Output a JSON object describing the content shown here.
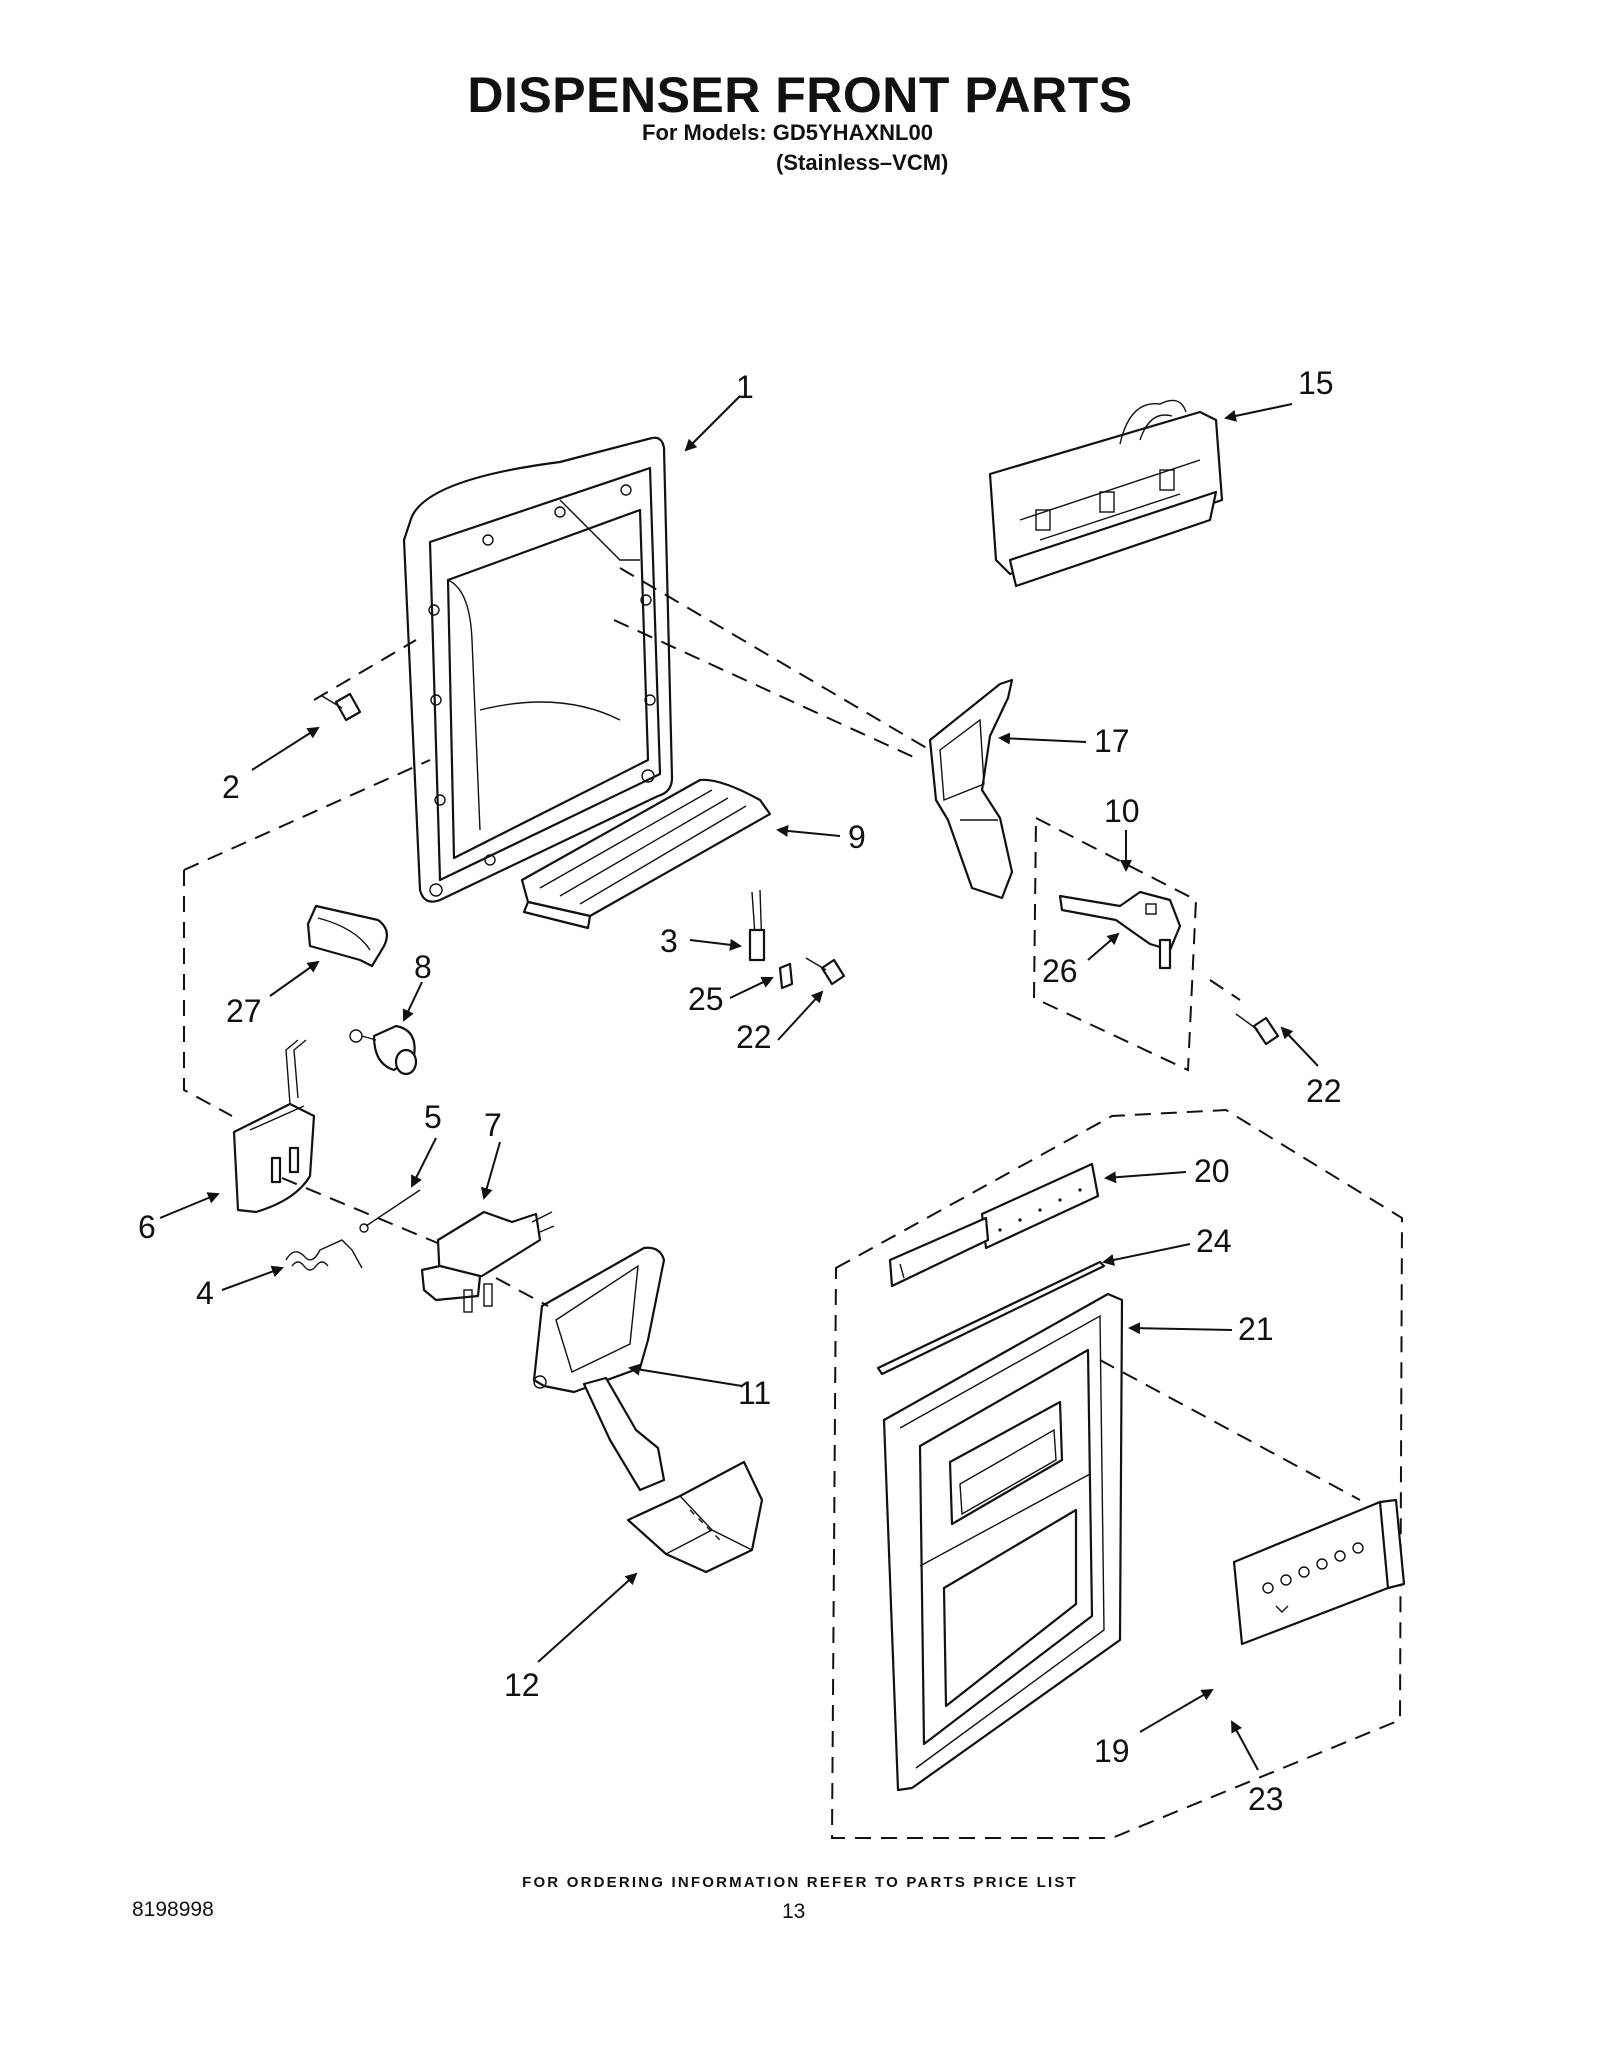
{
  "header": {
    "title": "DISPENSER FRONT PARTS",
    "models_line": "For Models: GD5YHAXNL00",
    "variant_line": "(Stainless–VCM)"
  },
  "callouts": {
    "c1": "1",
    "c2": "2",
    "c3": "3",
    "c4": "4",
    "c5": "5",
    "c6": "6",
    "c7": "7",
    "c8": "8",
    "c9": "9",
    "c10": "10",
    "c11": "11",
    "c12": "12",
    "c15": "15",
    "c17": "17",
    "c19": "19",
    "c20": "20",
    "c21": "21",
    "c22a": "22",
    "c22b": "22",
    "c23": "23",
    "c24": "24",
    "c25": "25",
    "c26": "26",
    "c27": "27"
  },
  "footer": {
    "ordering_note": "FOR ORDERING INFORMATION REFER TO PARTS PRICE LIST",
    "document_number": "8198998",
    "page_number": "13"
  }
}
